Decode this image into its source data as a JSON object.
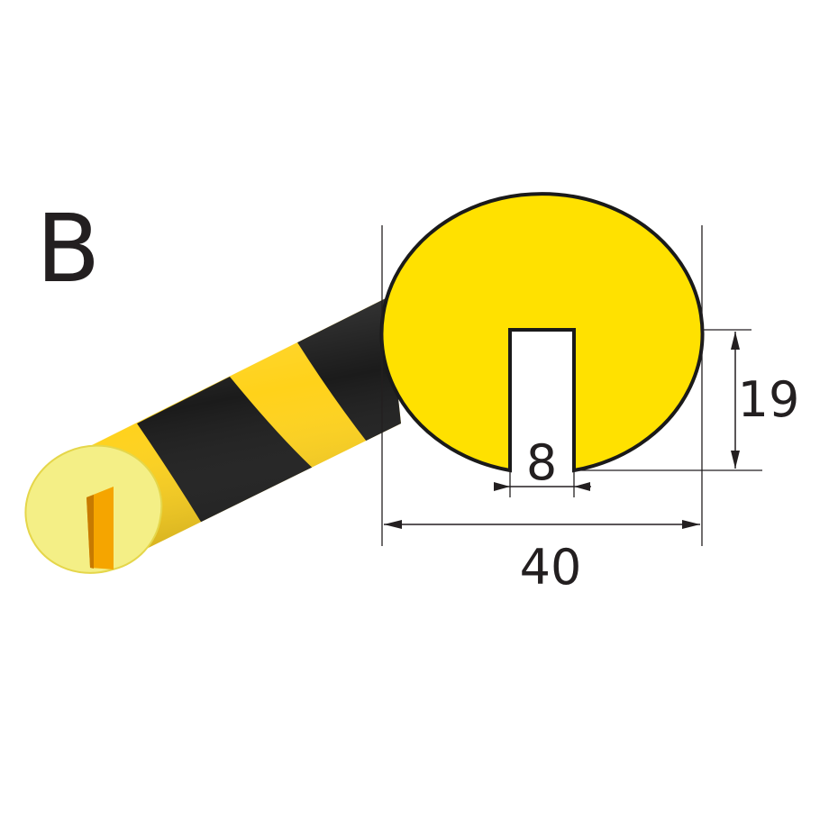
{
  "profile": {
    "type_letter": "B",
    "colors": {
      "yellow": "#ffe100",
      "black": "#1b1b1b",
      "foam_face": "#f4ef86",
      "slot_orange": "#f5a500",
      "outline": "#1a1a1a",
      "dimension_line": "#231f20"
    }
  },
  "dimensions": {
    "overall_width": "40",
    "groove_height": "19",
    "groove_width": "8"
  }
}
